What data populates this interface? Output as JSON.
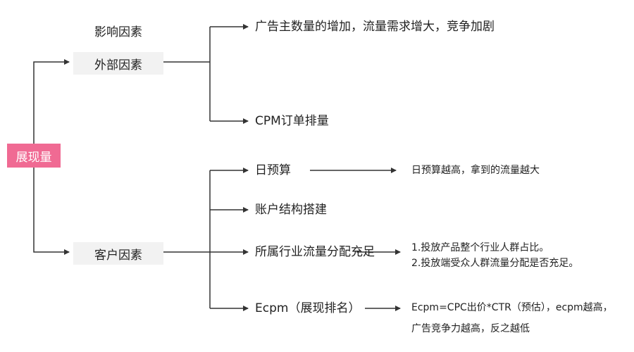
{
  "root": {
    "label": "展现量"
  },
  "heading": "影响因素",
  "external": {
    "label": "外部因素",
    "items": [
      "广告主数量的增加，流量需求增大，竞争加剧",
      "CPM订单排量"
    ]
  },
  "client": {
    "label": "客户因素",
    "items": [
      {
        "label": "日预算",
        "notes": [
          "日预算越高，拿到的流量越大"
        ]
      },
      {
        "label": "账户结构搭建",
        "notes": []
      },
      {
        "label": "所属行业流量分配充足",
        "notes": [
          "1.投放产品整个行业人群占比。",
          "2.投放端受众人群流量分配是否充足。"
        ]
      },
      {
        "label": "Ecpm（展现排名）",
        "notes": [
          "Ecpm=CPC出价*CTR（预估），ecpm越高，",
          "广告竞争力越高，反之越低"
        ]
      }
    ]
  },
  "colors": {
    "root": "#f06a93",
    "factor_bg": "#f2f2f2",
    "line": "#333333"
  }
}
